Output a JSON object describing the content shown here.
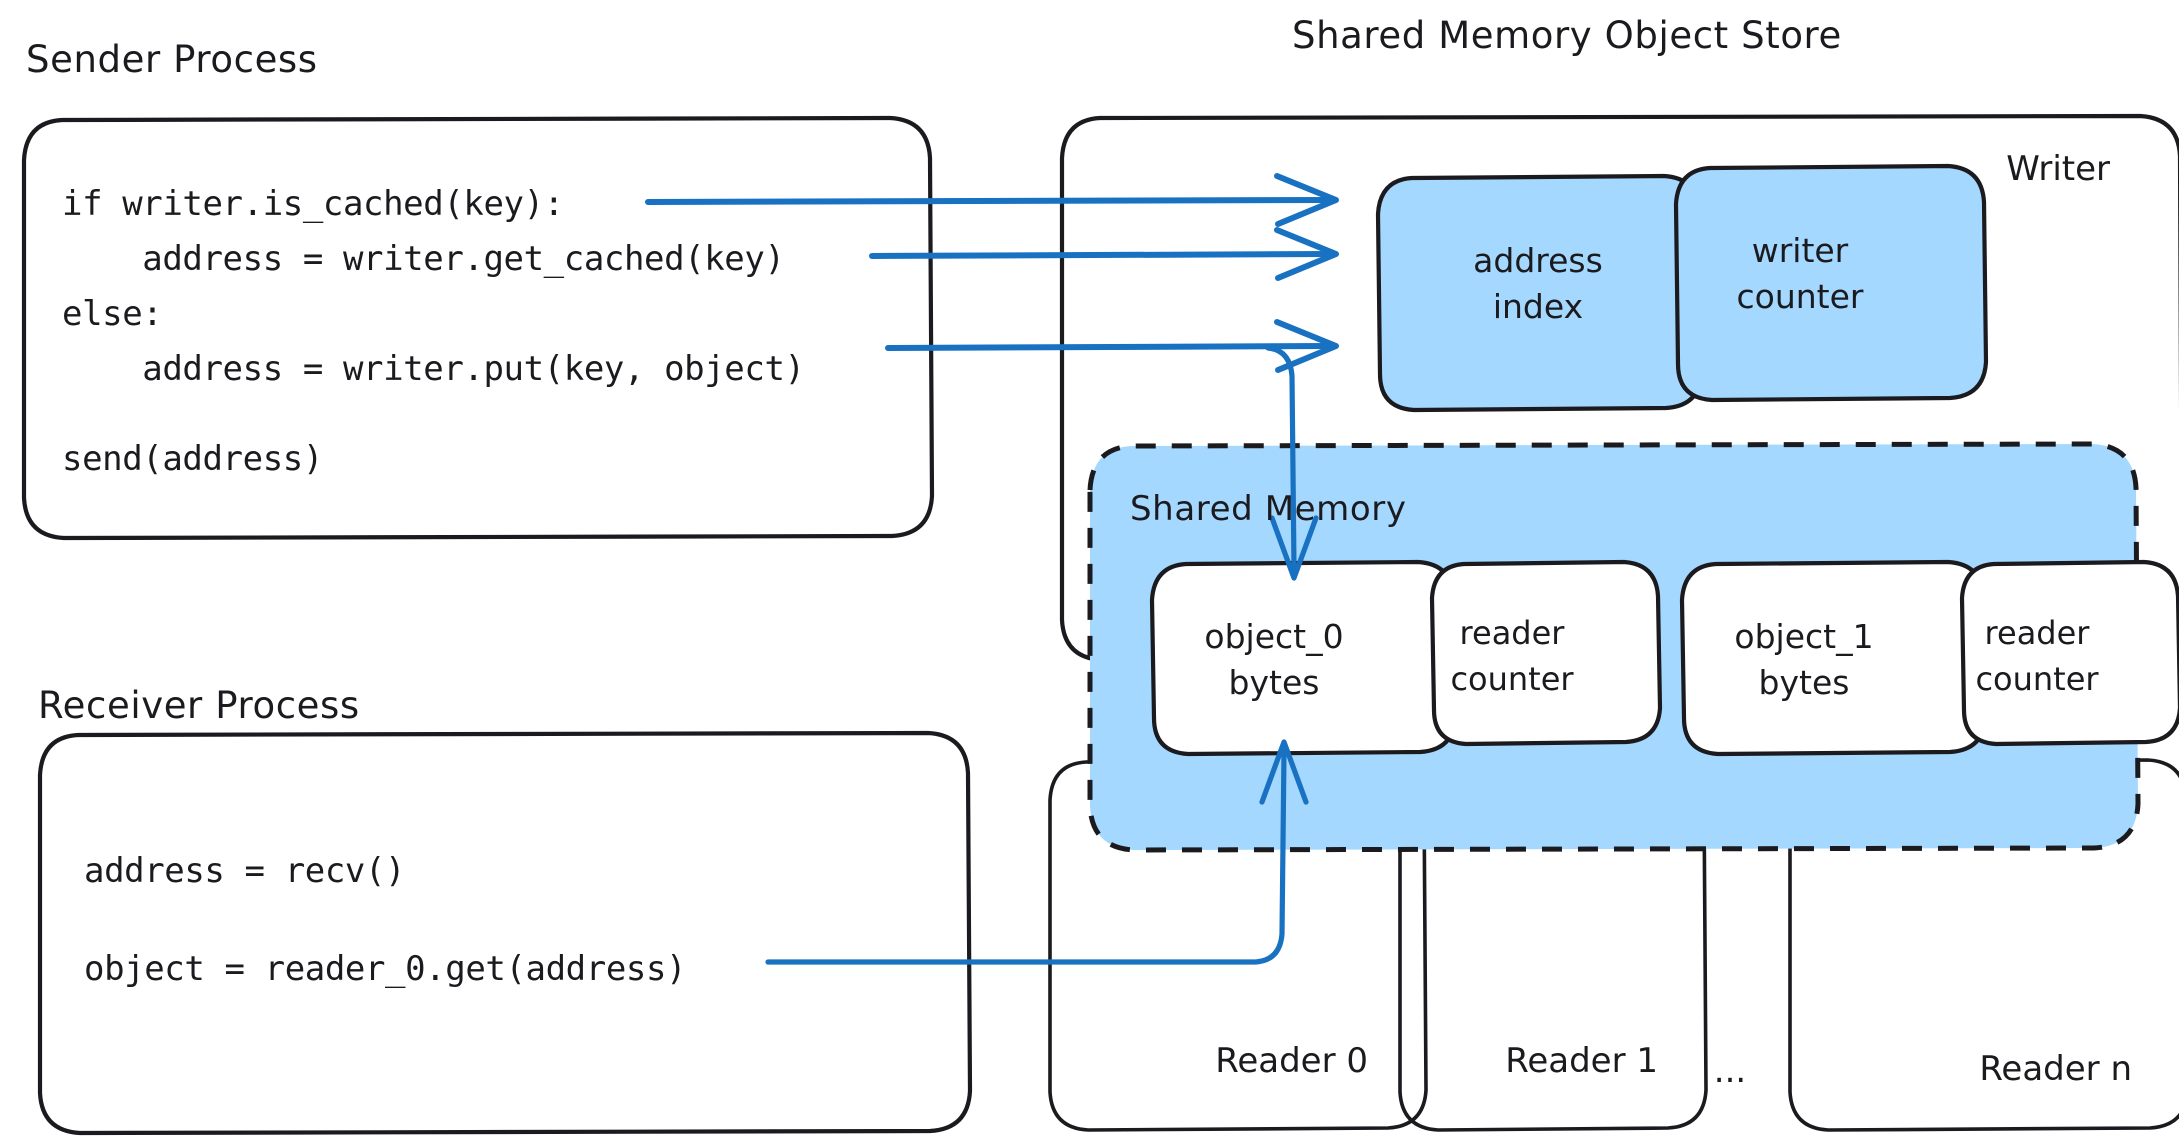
{
  "diagram": {
    "title_sender": "Sender Process",
    "title_receiver": "Receiver Process",
    "title_store": "Shared Memory Object Store",
    "writer_label": "Writer",
    "shared_memory_label": "Shared Memory",
    "ellipsis": "..."
  },
  "sender_code": {
    "line1": "if writer.is_cached(key):",
    "line2": "    address = writer.get_cached(key)",
    "line3": "else:",
    "line4": "    address = writer.put(key, object)",
    "line5": "send(address)"
  },
  "receiver_code": {
    "line1": "address = recv()",
    "line2": "object = reader_0.get(address)"
  },
  "writer_slots": [
    {
      "line1": "address",
      "line2": "index"
    },
    {
      "line1": "writer",
      "line2": "counter"
    }
  ],
  "shared_objects": [
    {
      "line1": "object_0",
      "line2": "bytes"
    },
    {
      "line1": "reader",
      "line2": "counter"
    },
    {
      "line1": "object_1",
      "line2": "bytes"
    },
    {
      "line1": "reader",
      "line2": "counter"
    }
  ],
  "readers": [
    {
      "label": "Reader 0"
    },
    {
      "label": "Reader 1"
    },
    {
      "label": "Reader n"
    }
  ],
  "colors": {
    "accent_blue": "#1971c2",
    "fill_blue": "#a5d8ff",
    "stroke_dark": "#1b1b1f",
    "background": "#ffffff"
  }
}
